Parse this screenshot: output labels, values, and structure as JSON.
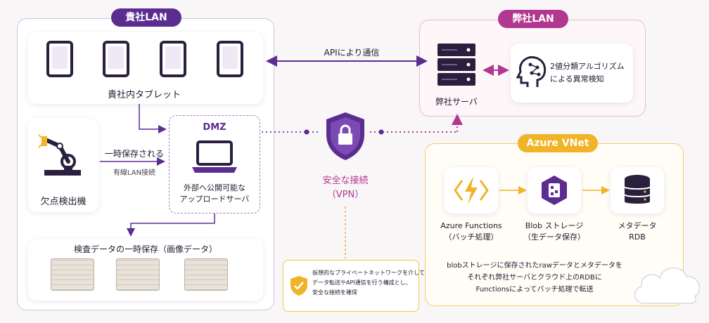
{
  "zones": {
    "company_lan": "貴社LAN",
    "our_lan": "弊社LAN",
    "azure_vnet": "Azure VNet"
  },
  "nodes": {
    "tablets": "貴社内タブレット",
    "dmz_title": "DMZ",
    "upload_server": "外部へ公開可能な\nアップロードサーバ",
    "defect_detector": "欠点検出機",
    "temp_storage": "検査データの一時保存（画像データ）",
    "our_server": "弊社サーバ",
    "algorithm": "2値分類アルゴリズム\nによる異常検知",
    "azure_functions": "Azure Functions\n（バッチ処理）",
    "blob_storage": "Blob ストレージ\n（生データ保存）",
    "metadata_rdb": "メタデータ\nRDB"
  },
  "edges": {
    "api": "APIにより通信",
    "temp_saved": "一時保存される",
    "wired_lan": "有線LAN接続"
  },
  "vpn": {
    "label": "安全な接続\n（VPN）",
    "note": "仮想的なプライベートネットワークを介して\nデータ転送やAPI通信を行う構成とし、\n安全な接続を確保"
  },
  "azure_note": "blobストレージに保存されたrawデータとメタデータを\nそれぞれ弊社サーバとクラウド上のRDBに\nFunctionsによってバッチ処理で転送",
  "colors": {
    "purple": "#5b2d91",
    "pink": "#b2378f",
    "gold": "#f0b429"
  }
}
